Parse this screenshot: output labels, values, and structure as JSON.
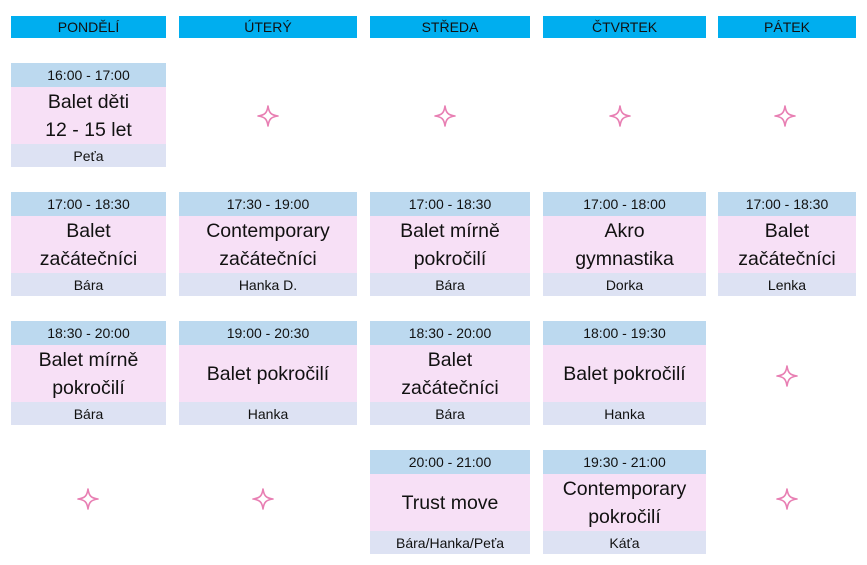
{
  "days": [
    "PONDĚLÍ",
    "ÚTERÝ",
    "STŘEDA",
    "ČTVRTEK",
    "PÁTEK"
  ],
  "colors": {
    "header": "#00aeef",
    "time": "#bcd9ef",
    "name": "#f7e0f6",
    "teacher": "#dde2f3",
    "star": "#e87fb3"
  },
  "empty_slot_icon": "sparkle-icon",
  "slots": [
    {
      "time": "16:00 - 17:00",
      "name": "Balet děti\n12 - 15 let",
      "teacher": "Peťa"
    },
    {
      "time": "17:00 - 18:30",
      "name": "Balet\nzačátečníci",
      "teacher": "Bára"
    },
    {
      "time": "17:30 - 19:00",
      "name": "Contemporary\nzačátečníci",
      "teacher": "Hanka D."
    },
    {
      "time": "17:00 - 18:30",
      "name": "Balet mírně\npokročilí",
      "teacher": "Bára"
    },
    {
      "time": "17:00 - 18:00",
      "name": "Akro\ngymnastika",
      "teacher": "Dorka"
    },
    {
      "time": "17:00 - 18:30",
      "name": "Balet\nzačátečníci",
      "teacher": "Lenka"
    },
    {
      "time": "18:30 - 20:00",
      "name": "Balet mírně\npokročilí",
      "teacher": "Bára"
    },
    {
      "time": "19:00 - 20:30",
      "name": "Balet pokročilí",
      "teacher": "Hanka"
    },
    {
      "time": "18:30 - 20:00",
      "name": "Balet\nzačátečníci",
      "teacher": "Bára"
    },
    {
      "time": "18:00 - 19:30",
      "name": "Balet pokročilí",
      "teacher": "Hanka"
    },
    {
      "time": "20:00 - 21:00",
      "name": "Trust move",
      "teacher": "Bára/Hanka/Peťa"
    },
    {
      "time": "19:30 - 21:00",
      "name": "Contemporary\npokročilí",
      "teacher": "Káťa"
    }
  ]
}
